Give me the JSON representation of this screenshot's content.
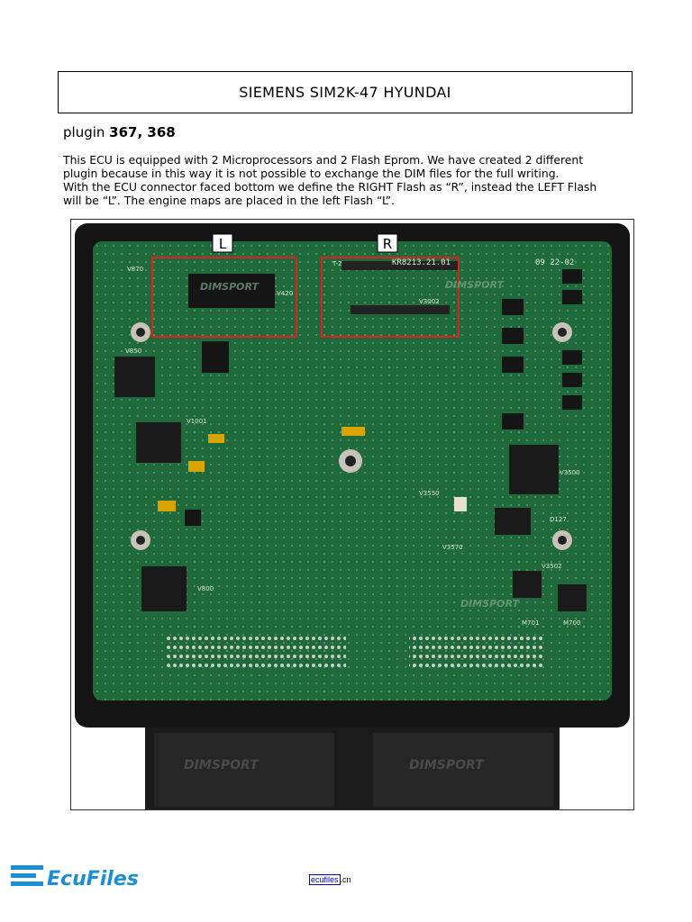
{
  "header": {
    "title": "SIEMENS SIM2K-47 HYUNDAI"
  },
  "plugin": {
    "prefix": "plugin ",
    "numbers": "367, 368"
  },
  "description": {
    "line1": "This ECU is equipped with 2 Microprocessors and 2 Flash Eprom. We have created 2 different",
    "line2": "plugin because in this way it is not possible to exchange the DIM files for the full writing.",
    "line3": "With the ECU connector faced bottom we define the RIGHT Flash as “R”, instead the LEFT Flash",
    "line4": "will be “L”. The engine maps are placed in the left Flash “L”."
  },
  "figure": {
    "label_left": "L",
    "label_right": "R",
    "chip_codes": {
      "v870": "V870",
      "v420": "V420",
      "v3002": "V3002",
      "v850": "V850",
      "v3500": "V3500",
      "v800": "V800",
      "v3502": "V3502",
      "v3570": "V3570",
      "v3550": "V3550",
      "d127": "D127",
      "m701": "M701",
      "m700": "M700",
      "v1001": "V1001",
      "part_number": "KR8213.21.01",
      "date_code": "09 22-02",
      "t2": "T-2"
    },
    "watermark": "DIMSPORT"
  },
  "footer": {
    "logo_text": "EcuFiles",
    "link_text": "ecufiles",
    "link_suffix": ".cn"
  },
  "colors": {
    "pcb": "#1f6a3a",
    "frame": "#141414",
    "highlight": "#e02020",
    "logo": "#1a8fd6"
  }
}
